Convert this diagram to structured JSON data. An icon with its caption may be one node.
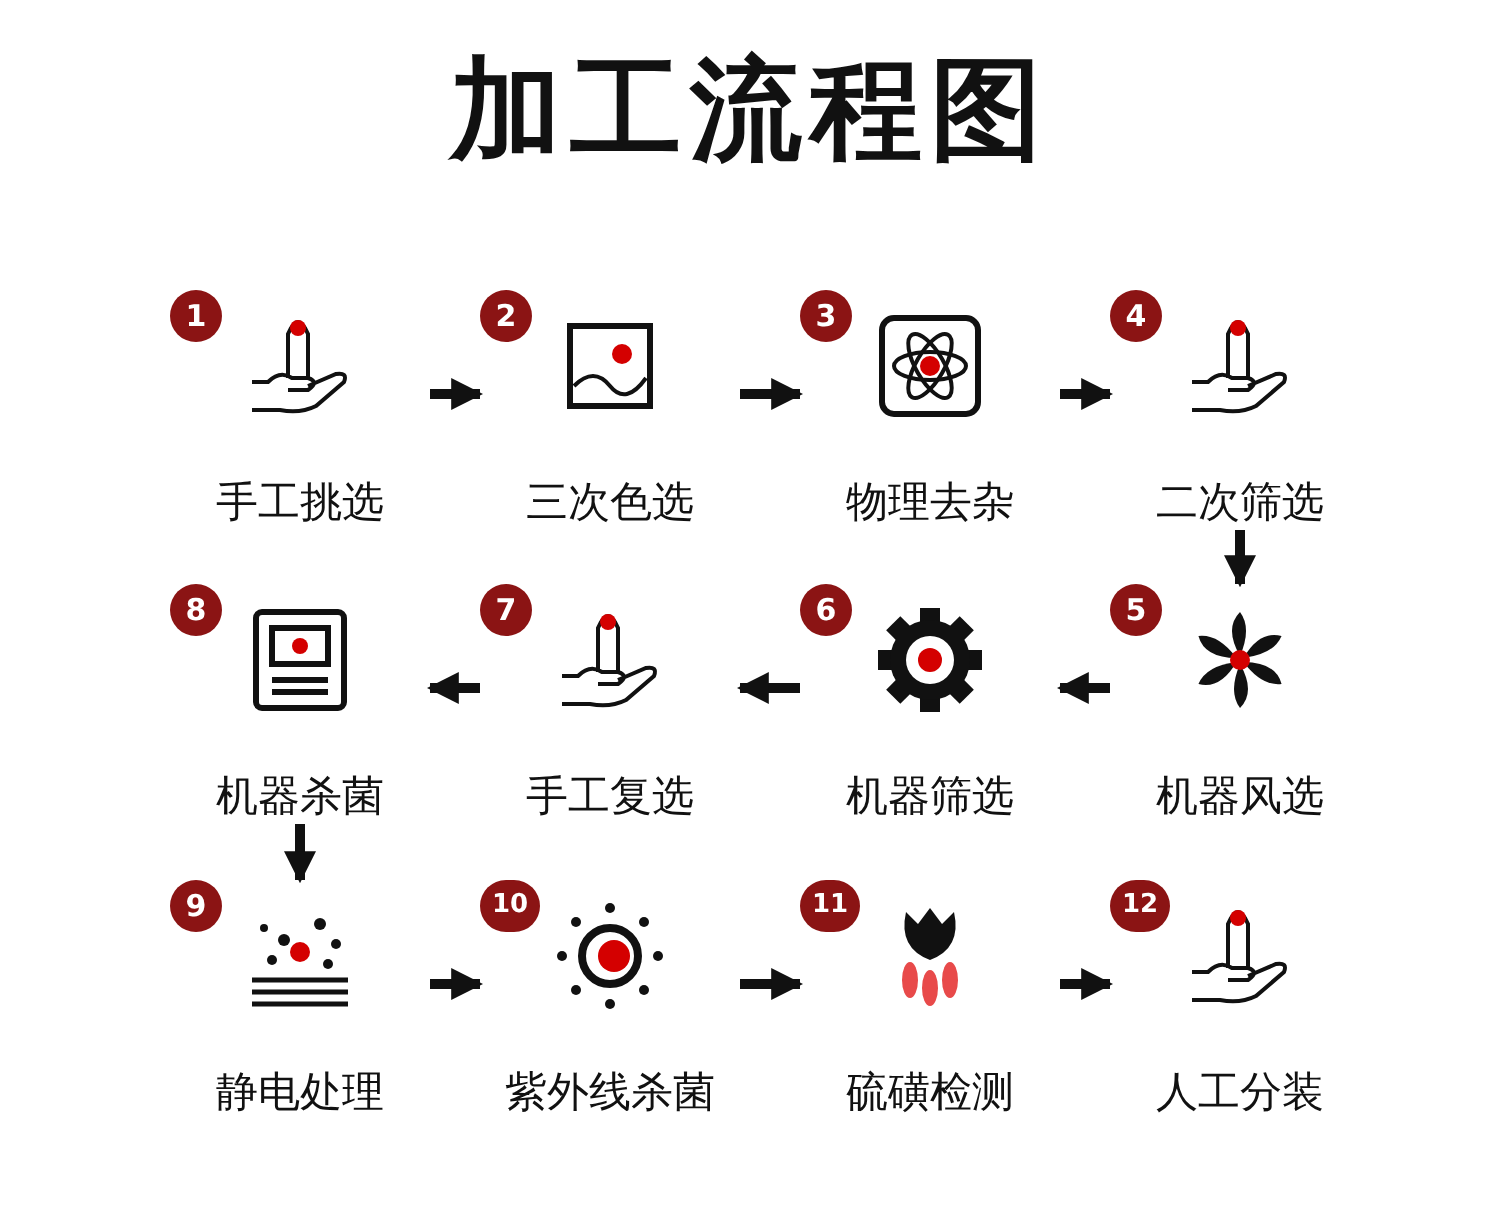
{
  "diagram": {
    "title": "加工流程图",
    "nodes": [
      {
        "text": [
          "1",
          "手工挑选"
        ]
      },
      {
        "text": [
          "2",
          "三次色选"
        ]
      },
      {
        "text": [
          "3",
          "物理去杂"
        ]
      },
      {
        "text": [
          "4",
          "二次筛选"
        ]
      },
      {
        "text": [
          "5",
          "机器风选"
        ]
      },
      {
        "text": [
          "6",
          "机器筛选"
        ]
      },
      {
        "text": [
          "7",
          "手工复选"
        ]
      },
      {
        "text": [
          "8",
          "机器杀菌"
        ]
      },
      {
        "text": [
          "9",
          "静电处理"
        ]
      },
      {
        "text": [
          "10",
          "紫外线杀菌"
        ]
      },
      {
        "text": [
          "11",
          "硫磺检测"
        ]
      },
      {
        "text": [
          "12",
          "人工分装"
        ]
      }
    ],
    "edges": [
      {
        "from": 0,
        "to": 1,
        "arrow": "to"
      },
      {
        "from": 1,
        "to": 2,
        "arrow": "to"
      },
      {
        "from": 2,
        "to": 3,
        "arrow": "to"
      },
      {
        "from": 3,
        "to": 4,
        "arrow": "to"
      },
      {
        "from": 4,
        "to": 5,
        "arrow": "to"
      },
      {
        "from": 5,
        "to": 6,
        "arrow": "to"
      },
      {
        "from": 6,
        "to": 7,
        "arrow": "to"
      },
      {
        "from": 7,
        "to": 8,
        "arrow": "to"
      },
      {
        "from": 8,
        "to": 9,
        "arrow": "to"
      },
      {
        "from": 9,
        "to": 10,
        "arrow": "to"
      },
      {
        "from": 10,
        "to": 11,
        "arrow": "to"
      }
    ]
  }
}
